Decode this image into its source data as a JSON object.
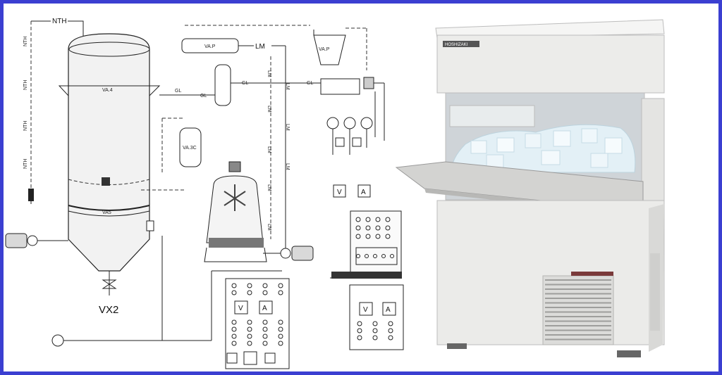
{
  "schematic": {
    "pipe_labels": {
      "nth": "NTH",
      "lm": "LM",
      "gl": "GL"
    },
    "drain_label": "VX2",
    "meter_labels": {
      "voltage": "V",
      "current": "A"
    }
  },
  "product": {
    "brand": "HOSHIZAKI"
  },
  "colors": {
    "frame_border": "#3b3fd1",
    "cabinet": "#e8e8e6",
    "ice": "#dfeef5",
    "line": "#222222"
  }
}
